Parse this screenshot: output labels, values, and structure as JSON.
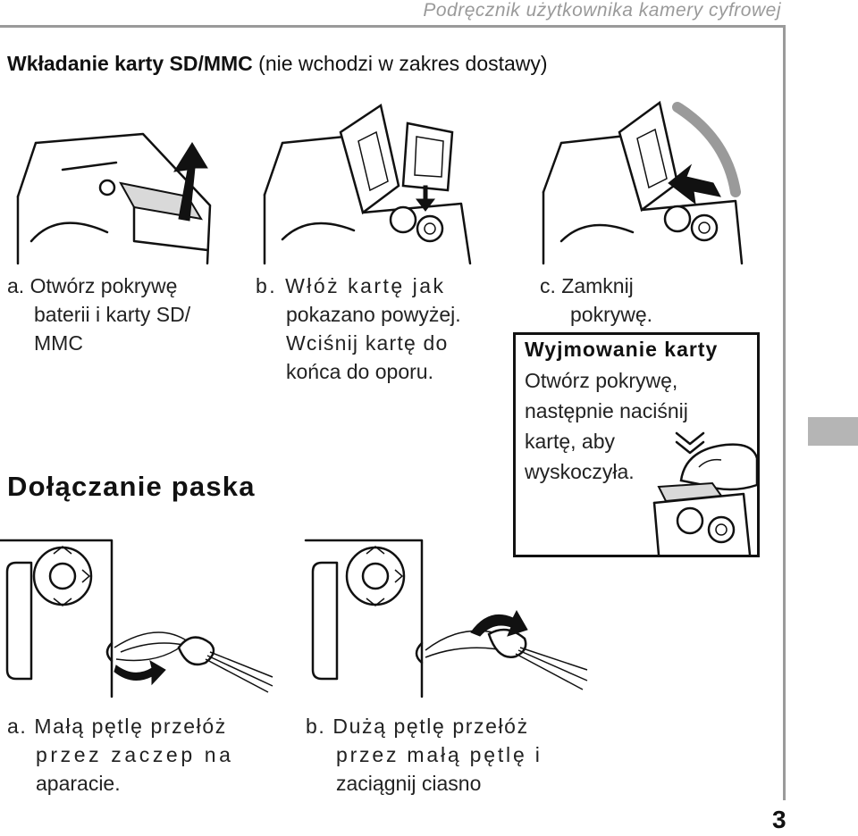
{
  "header": {
    "running_title": "Podręcznik użytkownika kamery cyfrowej"
  },
  "insert_section": {
    "title_bold": "Wkładanie karty SD/MMC",
    "title_rest": " (nie wchodzi w zakres dostawy)",
    "steps": [
      {
        "lines": [
          "a. Otwórz pokrywę",
          "baterii i karty SD/",
          "MMC"
        ]
      },
      {
        "lines": [
          "b. Włóż kartę jak",
          "pokazano powyżej.",
          "Wciśnij kartę do",
          "końca do oporu."
        ]
      },
      {
        "lines": [
          "c. Zamknij",
          "pokrywę."
        ]
      }
    ]
  },
  "remove_box": {
    "title": "Wyjmowanie karty",
    "lines": [
      "Otwórz pokrywę,",
      "następnie naciśnij",
      "kartę, aby",
      "wyskoczyła."
    ]
  },
  "strap_section": {
    "title": "Dołączanie paska",
    "steps": [
      {
        "lines": [
          "a. Małą pętlę przełóż",
          "przez zaczep na",
          "aparacie."
        ]
      },
      {
        "lines": [
          "b. Dużą pętlę przełóż",
          "przez małą pętlę i",
          "zaciągnij ciasno"
        ]
      }
    ]
  },
  "footer": {
    "page_number": "3"
  },
  "colors": {
    "rule": "#9a9a9a",
    "tab": "#b5b5b5",
    "text": "#111111"
  },
  "icons": [
    "camera-open-cover-illustration",
    "camera-insert-card-illustration",
    "camera-close-cover-illustration",
    "press-card-illustration",
    "strap-loop-illustration",
    "strap-tighten-illustration"
  ]
}
